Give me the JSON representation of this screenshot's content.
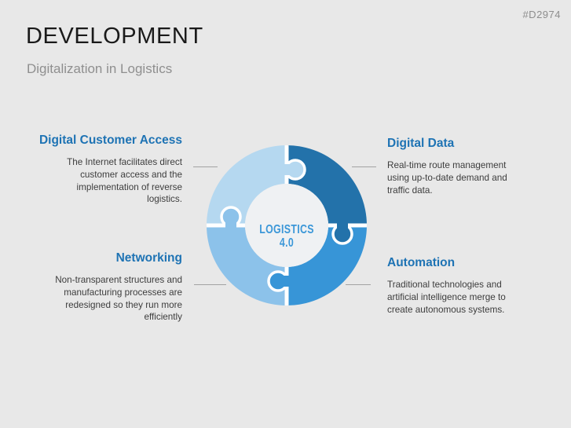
{
  "slide": {
    "ref_code": "#D2974",
    "title": "DEVELOPMENT",
    "subtitle": "Digitalization in Logistics",
    "background_color": "#e8e8e8"
  },
  "diagram": {
    "type": "puzzle-circle",
    "center_label": {
      "line1": "LOGISTICS",
      "line2": "4.0"
    },
    "colors": {
      "piece_top_left": "#b5d8f0",
      "piece_top_right": "#2372aa",
      "piece_bottom_right": "#3795d7",
      "piece_bottom_left": "#8cc2ea",
      "center_circle": "#eff1f3",
      "center_text": "#3b97d8",
      "heading": "#1e73b4",
      "body_text": "#3d3d3d",
      "connector_line": "#a2a2a2"
    },
    "sections": [
      {
        "title": "Digital Customer Access",
        "lines": [
          "The Internet facilitates direct",
          "customer access and the",
          "implementation of reverse",
          "logistics."
        ]
      },
      {
        "title": "Digital Data",
        "lines": [
          "Real-time route management",
          "using up-to-date demand and",
          "traffic data."
        ]
      },
      {
        "title": "Networking",
        "lines": [
          "Non-transparent structures and",
          "manufacturing processes are",
          "redesigned so they run more",
          "efficiently"
        ]
      },
      {
        "title": "Automation",
        "lines": [
          "Traditional technologies and",
          "artificial intelligence merge to",
          "create autonomous systems."
        ]
      }
    ]
  }
}
